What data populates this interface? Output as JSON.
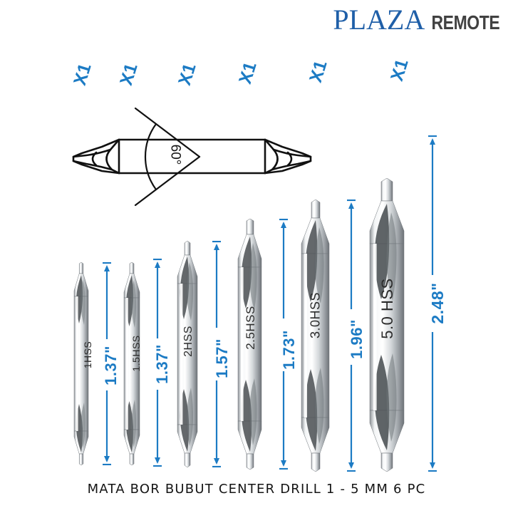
{
  "logo": {
    "primary_text": "PLAZA",
    "secondary_text": "REMOTE",
    "primary_color": "#1F5FA8",
    "secondary_color": "#414141"
  },
  "quantity_badges": [
    {
      "label": "X1"
    },
    {
      "label": "X1"
    },
    {
      "label": "X1"
    },
    {
      "label": "X1"
    },
    {
      "label": "X1"
    },
    {
      "label": "X1"
    }
  ],
  "diagram": {
    "name": "center-drill-cross-section",
    "angle_label": "60°"
  },
  "accent_color": "#1C7BC4",
  "drills": [
    {
      "size_label": "1HSS",
      "length_label": "1.37\""
    },
    {
      "size_label": "1.5HSS",
      "length_label": "1.37\""
    },
    {
      "size_label": "2HSS",
      "length_label": "1.57\""
    },
    {
      "size_label": "2.5HSS",
      "length_label": "1.73\""
    },
    {
      "size_label": "3.0HSS",
      "length_label": "1.96\""
    },
    {
      "size_label": "5.0 HSS",
      "length_label": "2.48\""
    }
  ],
  "caption": {
    "text": "MATA BOR BUBUT CENTER DRILL 1 - 5 MM 6 PC"
  }
}
